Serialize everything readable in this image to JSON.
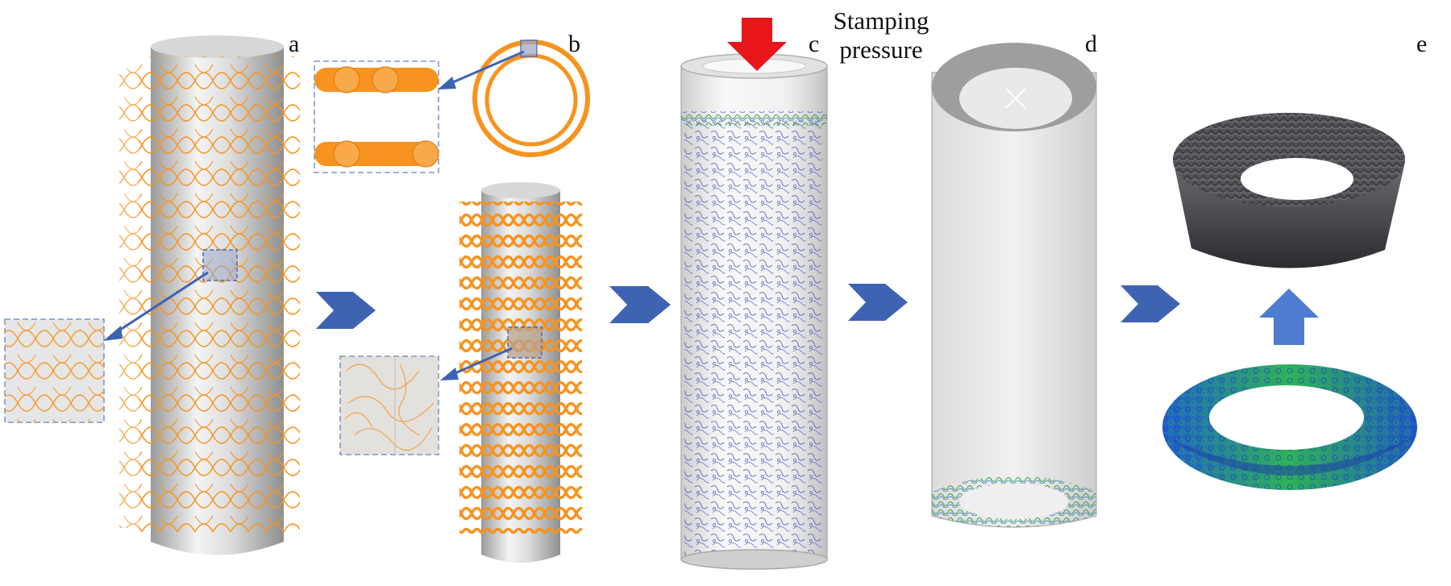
{
  "figure": {
    "panel_labels": [
      "a",
      "b",
      "c",
      "d",
      "e"
    ],
    "annotation": {
      "line1": "Stamping",
      "line2": "pressure"
    },
    "colors": {
      "wire_orange": "#f7931e",
      "cylinder_gray": "#c9c9c9",
      "flow_arrow_blue": "#3f63b3",
      "pressure_arrow_red": "#e8161b",
      "wire_blue": "#3b4bb0",
      "wire_green": "#2ea33a",
      "felt_dark": "#3c3d40"
    },
    "icons": {
      "step_arrow": "chevron-right-arrow",
      "pressure_arrow": "arrow-down",
      "assembly_arrow": "arrow-up"
    }
  }
}
